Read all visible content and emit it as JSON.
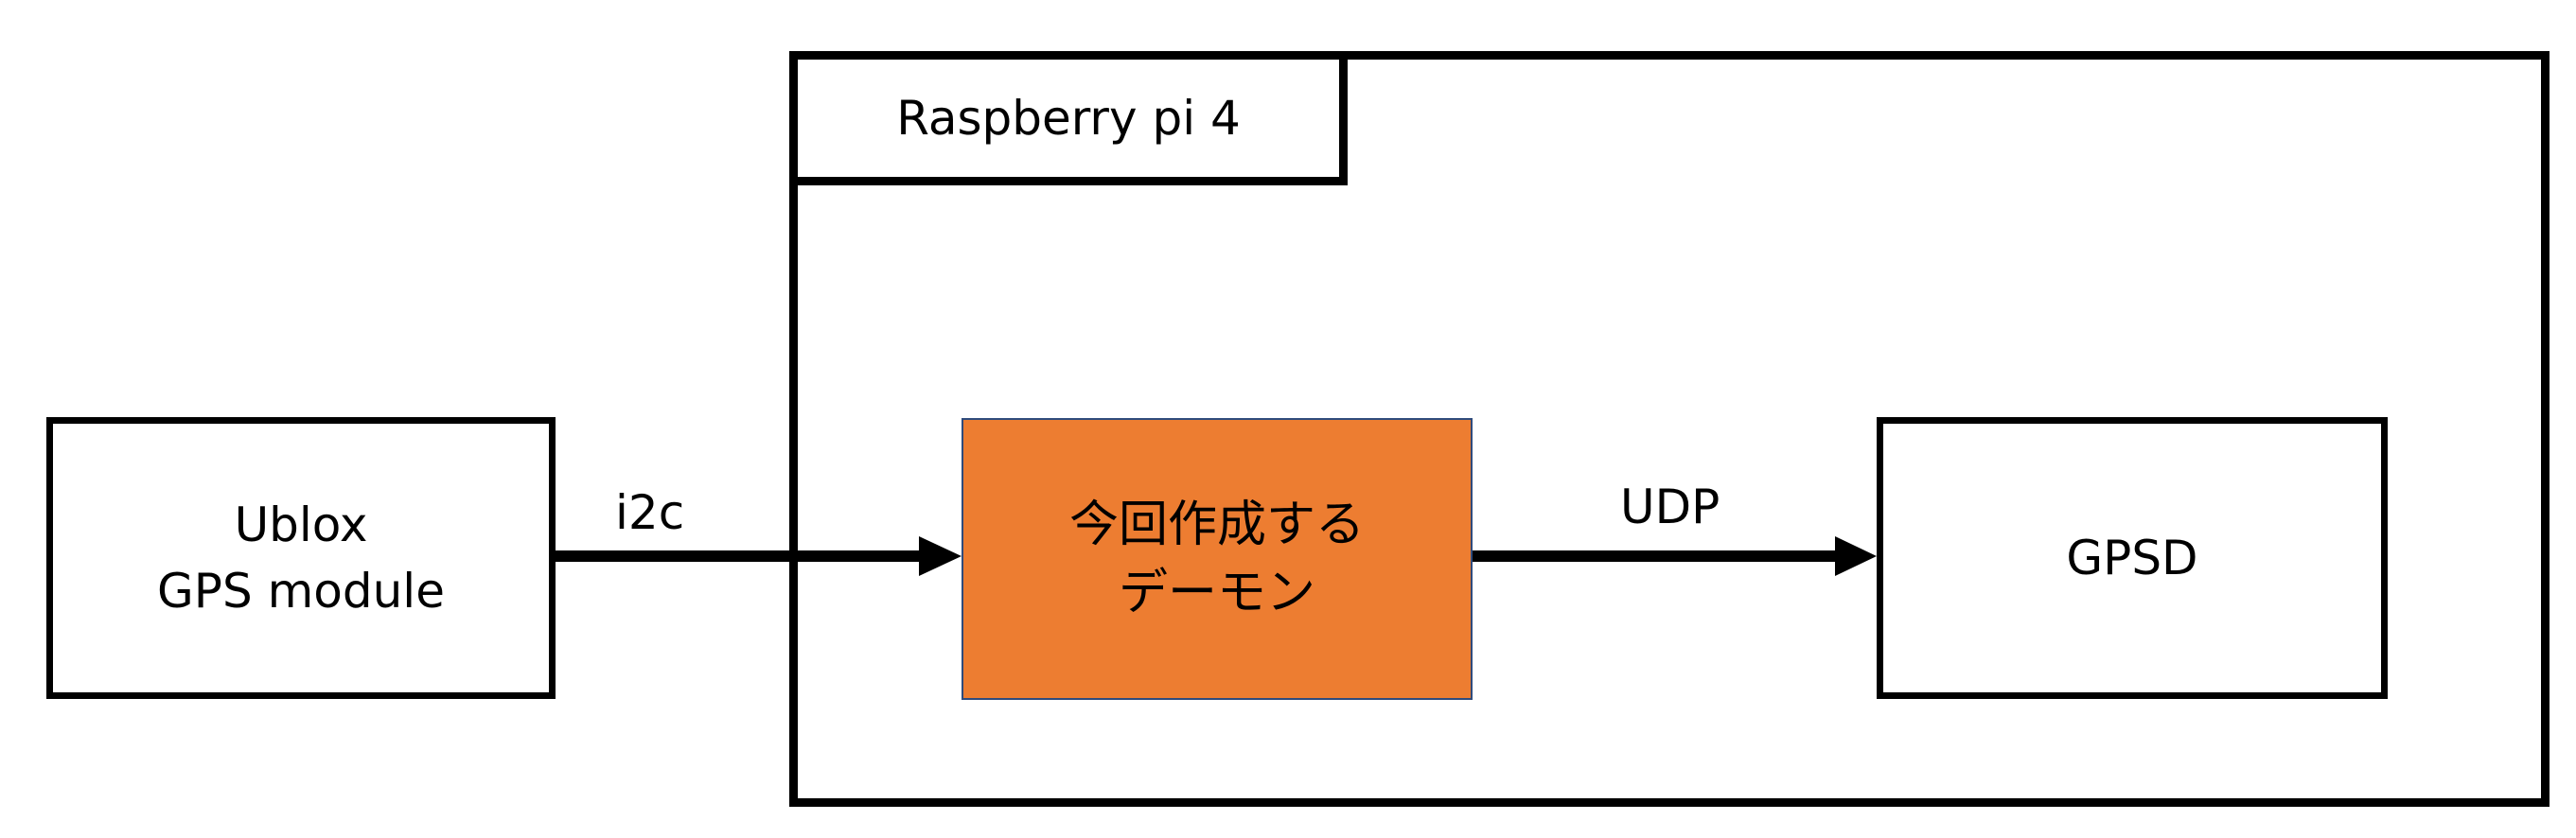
{
  "diagram": {
    "nodes": {
      "gps_module": {
        "label": "Ublox\nGPS module"
      },
      "raspberry_pi": {
        "label": "Raspberry pi 4"
      },
      "daemon": {
        "label": "今回作成する\nデーモン",
        "fill_color": "#ED7D31",
        "border_color": "#2F4B7C"
      },
      "gpsd": {
        "label": "GPSD"
      }
    },
    "edges": {
      "gps_to_daemon": {
        "label": "i2c"
      },
      "daemon_to_gpsd": {
        "label": "UDP"
      }
    }
  }
}
